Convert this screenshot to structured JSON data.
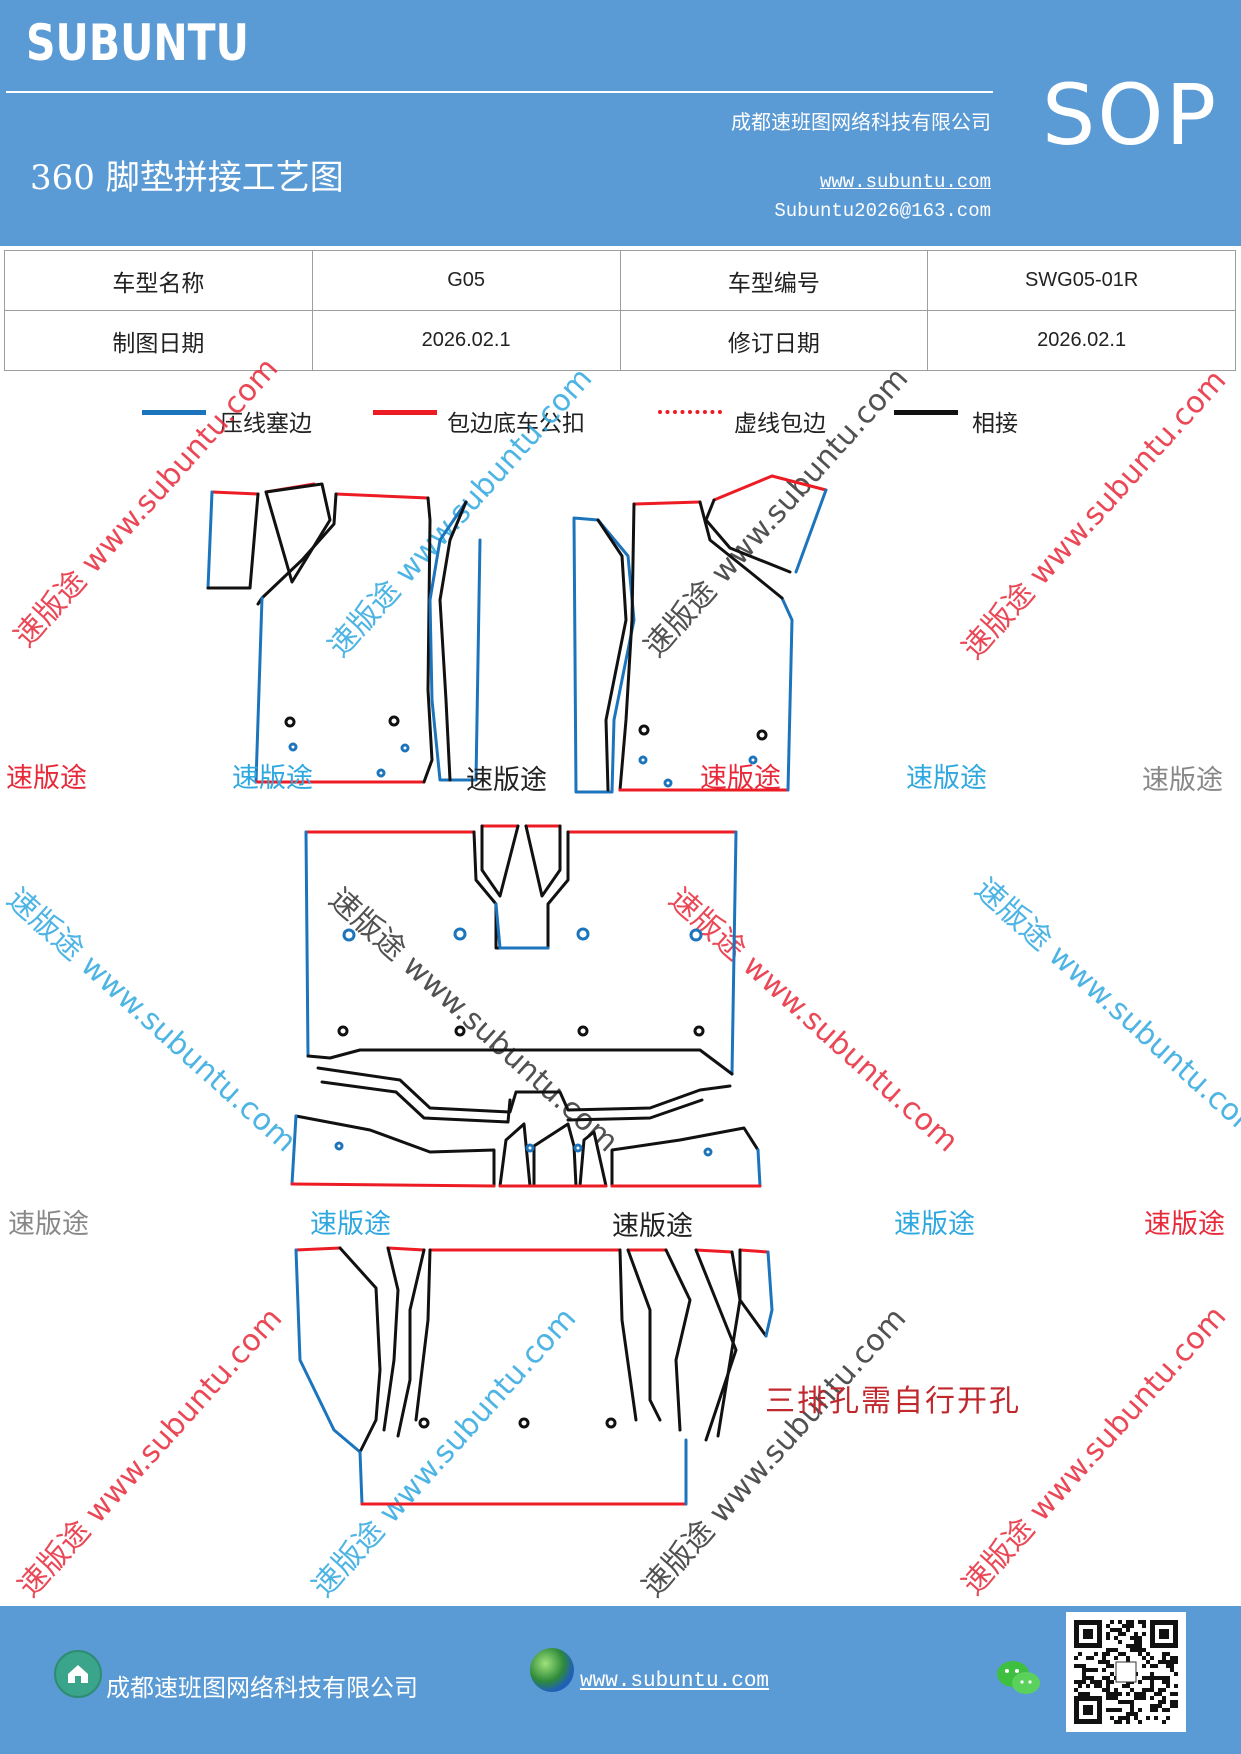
{
  "header": {
    "brand": "SUBUNTU",
    "company": "成都速班图网络科技有限公司",
    "title": "360 脚垫拼接工艺图",
    "website": "www.subuntu.com",
    "email": "Subuntu2026@163.com",
    "badge": "SOP",
    "bg_color": "#5b9bd5"
  },
  "info_table": {
    "rows": [
      [
        "车型名称",
        "G05",
        "车型编号",
        "SWG05-01R"
      ],
      [
        "制图日期",
        "2026.02.1",
        "修订日期",
        "2026.02.1"
      ]
    ]
  },
  "legend": [
    {
      "label": "压线塞边",
      "style": "solid",
      "color": "#1c75bc"
    },
    {
      "label": "包边底车公扣",
      "style": "solid",
      "color": "#ed1c24"
    },
    {
      "label": "虚线包边",
      "style": "dotted",
      "color": "#ed1c24"
    },
    {
      "label": "相接",
      "style": "solid",
      "color": "#111111"
    }
  ],
  "watermark": {
    "brand": "速版途",
    "diagonal": "速版途 www.subuntu.com",
    "colors": [
      "#e8293a",
      "#2fa8e0",
      "#333333",
      "#888888"
    ]
  },
  "note": "三排孔需自行开孔",
  "footer": {
    "company": "成都速班图网络科技有限公司",
    "website": "www.subuntu.com ",
    "icons": [
      "home-icon",
      "globe-icon",
      "wechat-icon",
      "qr-code"
    ]
  }
}
